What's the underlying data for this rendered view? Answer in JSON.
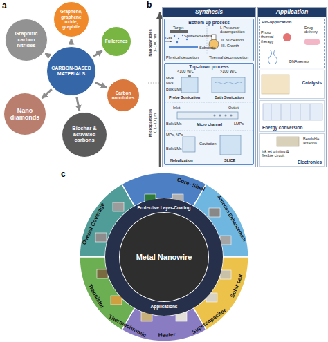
{
  "diagram": {
    "nodes": [
      {
        "text": [
          "CARBON-BASED MATERIALS"
        ]
      },
      {
        "text": [
          "Graphene, graphene oxide, graphite"
        ]
      },
      {
        "text": [
          "Fullerenes"
        ]
      },
      {
        "text": [
          "Carbon nanotubes"
        ]
      },
      {
        "text": [
          "Biochar & activated carbons"
        ]
      },
      {
        "text": [
          "Nano diamonds"
        ]
      },
      {
        "text": [
          "Graphitic carbon nitrides"
        ]
      },
      {
        "text": [
          "Synthesis"
        ]
      },
      {
        "text": [
          "Bottom-up process"
        ],
        "in": 7
      },
      {
        "text": [
          "Top-down process"
        ],
        "in": 7
      },
      {
        "text": [
          "Application"
        ]
      },
      {
        "text": [
          "Bio-application"
        ],
        "in": 10
      },
      {
        "text": [
          "Catalysis"
        ],
        "in": 10
      },
      {
        "text": [
          "Energy conversion"
        ],
        "in": 10
      },
      {
        "text": [
          "Electronics"
        ],
        "in": 10
      },
      {
        "text": [
          "Metal Nanowire"
        ]
      },
      {
        "text": [
          "Protective Layer-Coating"
        ]
      },
      {
        "text": [
          "Applications"
        ]
      }
    ],
    "edges": [
      {
        "from": 0,
        "to": 1,
        "arrow": "to"
      },
      {
        "from": 0,
        "to": 2,
        "arrow": "to"
      },
      {
        "from": 0,
        "to": 3,
        "arrow": "to"
      },
      {
        "from": 0,
        "to": 4,
        "arrow": "to"
      },
      {
        "from": 0,
        "to": 5,
        "arrow": "to"
      },
      {
        "from": 0,
        "to": 6,
        "arrow": "to"
      }
    ],
    "labels": [
      "a",
      "b",
      "Nanoparticles",
      "1~100 nm",
      "Microparticles",
      "0.1~10 μm",
      "Target",
      "Sputtered Atoms",
      "Gas",
      "Substrate",
      "Physical deposition",
      "I. Precursor decomposition",
      "II. Nucleation",
      "III. Growth",
      "Thermal decomposition",
      "<100 W/L",
      ">100 W/L",
      "MPs",
      "NPs",
      "Bulk LMs",
      "Probe Sonication",
      "Bath Sonication",
      "Inlet",
      "Outlet",
      "Bulk LMs",
      "LMPs",
      "Micro channel",
      "MPs, NPs",
      "Bulk LMs",
      "Cavitation",
      "Nebulization",
      "SLICE",
      "Photo thermal therapy",
      "Drug delivery",
      "DNA sensor",
      "Bendable antenna",
      "Ink jet printing & flexible circuit",
      "c",
      "Overall Coverage",
      "Core- Shell",
      "Junction Enhancement",
      "Transistor",
      "Thermochromic",
      "Heater",
      "Supercapacitor",
      "Solar cell"
    ]
  }
}
